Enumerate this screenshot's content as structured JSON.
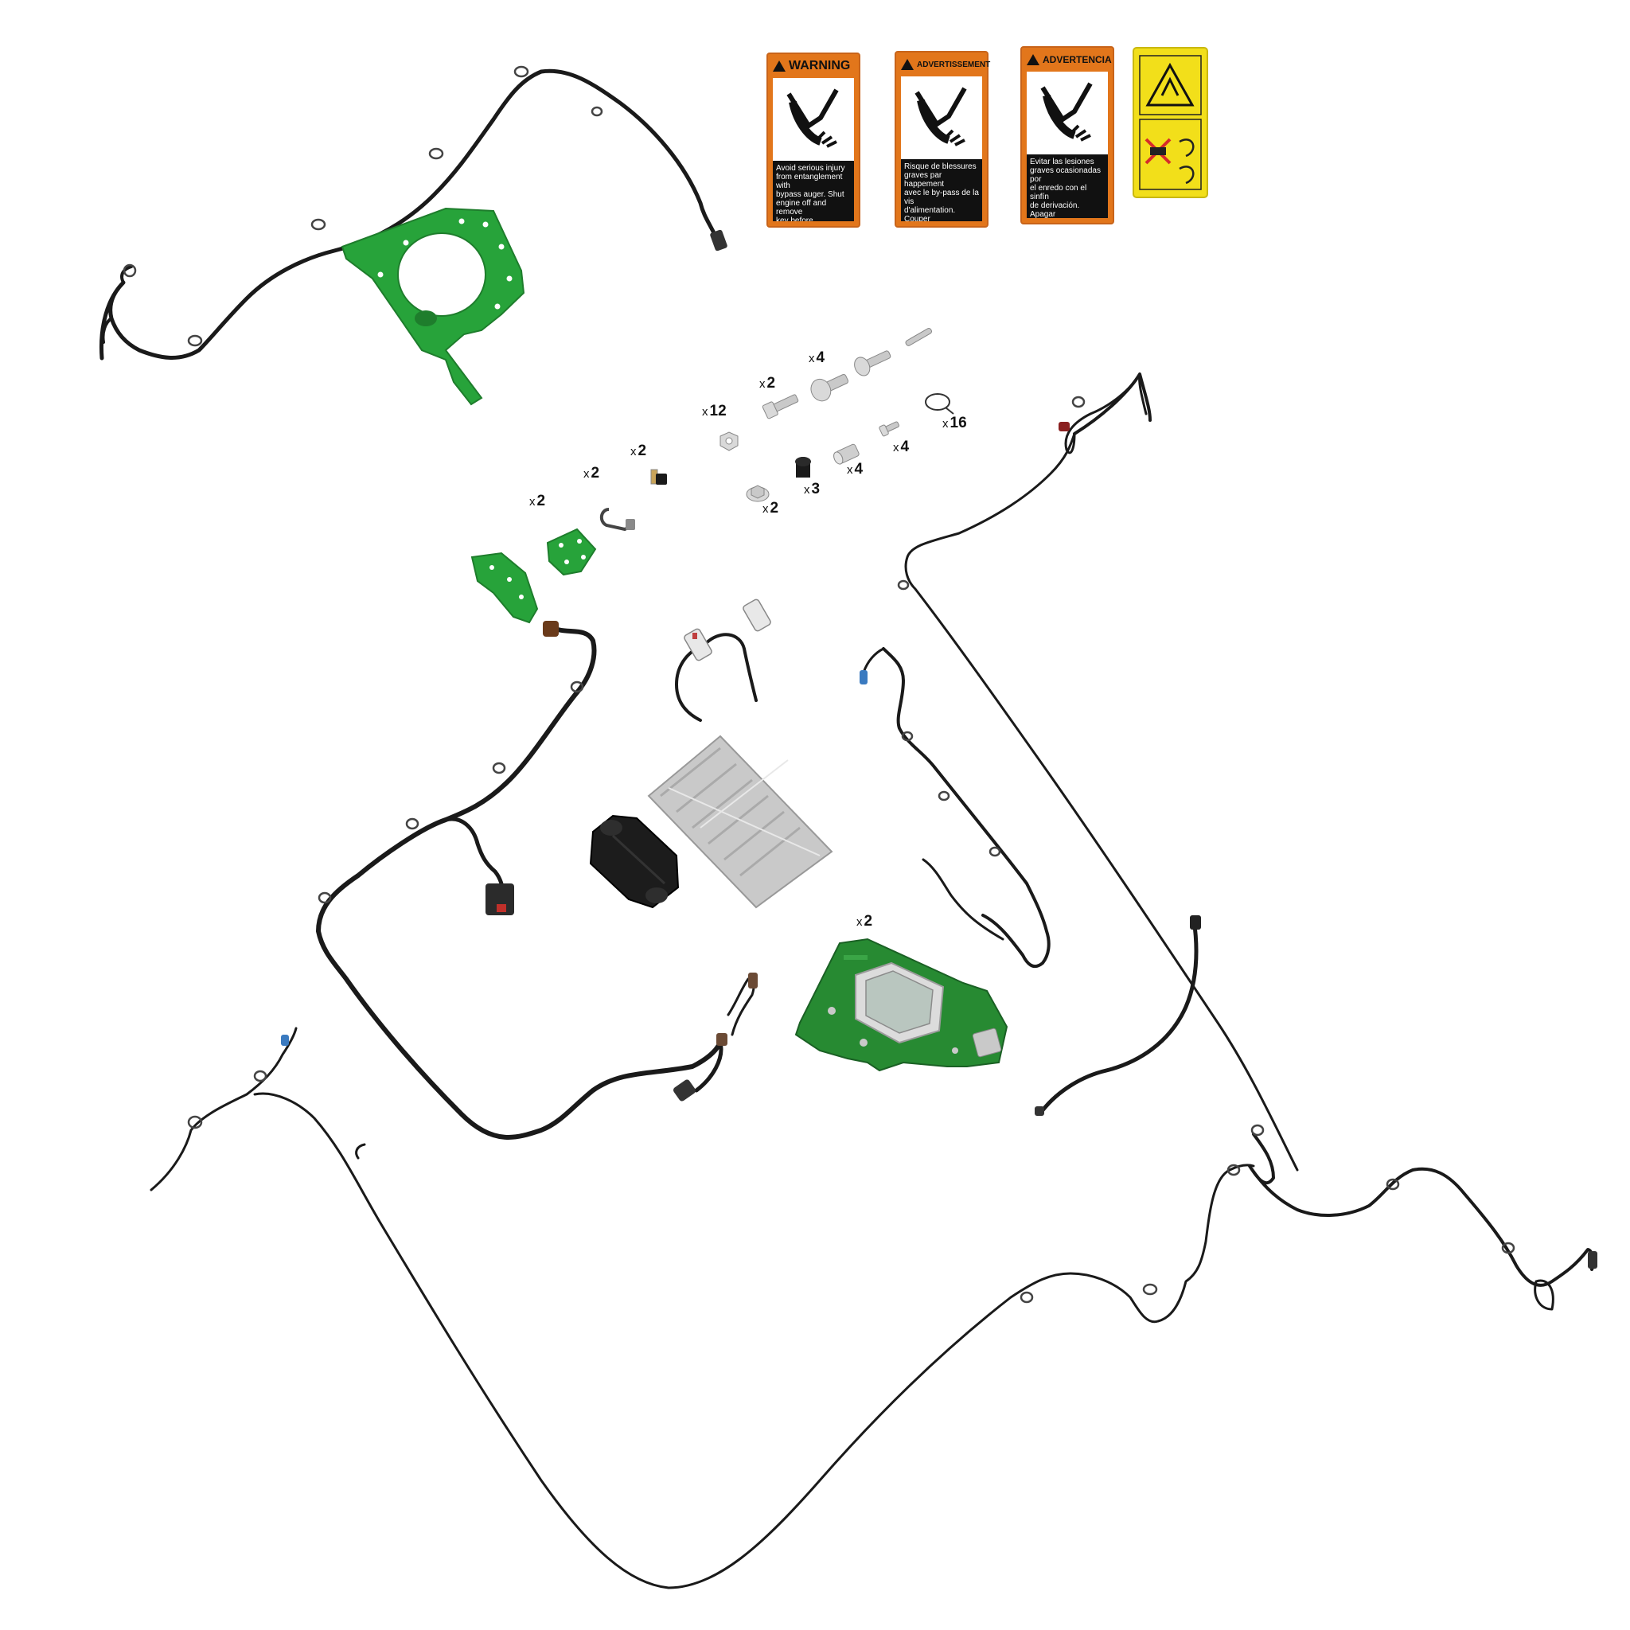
{
  "labels": {
    "warning": {
      "heading": "WARNING",
      "text": "Avoid serious injury\nfrom entanglement with\nbypass auger. Shut\nengine off and remove\nkey before\ncleaning."
    },
    "advertissement": {
      "heading": "ADVERTISSEMENT",
      "text": "Risque de blessures\ngraves par happement\navec le by-pass de la vis\nd'alimentation. Couper\nle moteur et retirer\nla clé avant le\nnettoyage."
    },
    "advertencia": {
      "heading": "ADVERTENCIA",
      "text": "Evitar las lesiones\ngraves ocasionadas por\nel enredo con el sinfín\nde derivación.  Apagar\nel motor y retirar\nla lave antes\nde la limpieza."
    }
  },
  "quantities": {
    "prefix": "x",
    "q4_carriage_bolt": "4",
    "q2_hex_bolt": "2",
    "q12_nut": "12",
    "q16_cable_tie": "16",
    "q4_small_bolt": "4",
    "q4_spacer": "4",
    "q3_plug": "3",
    "q2_flange_nut": "2",
    "q2_stud": "2",
    "q2_p_clip": "2",
    "q2_small_bracket": "2",
    "q2_controller": "2"
  },
  "colors": {
    "bracket_green": "#27a33a",
    "label_orange": "#e2761b",
    "label_yellow": "#f2df1a",
    "cable_black": "#1a1a1a"
  }
}
